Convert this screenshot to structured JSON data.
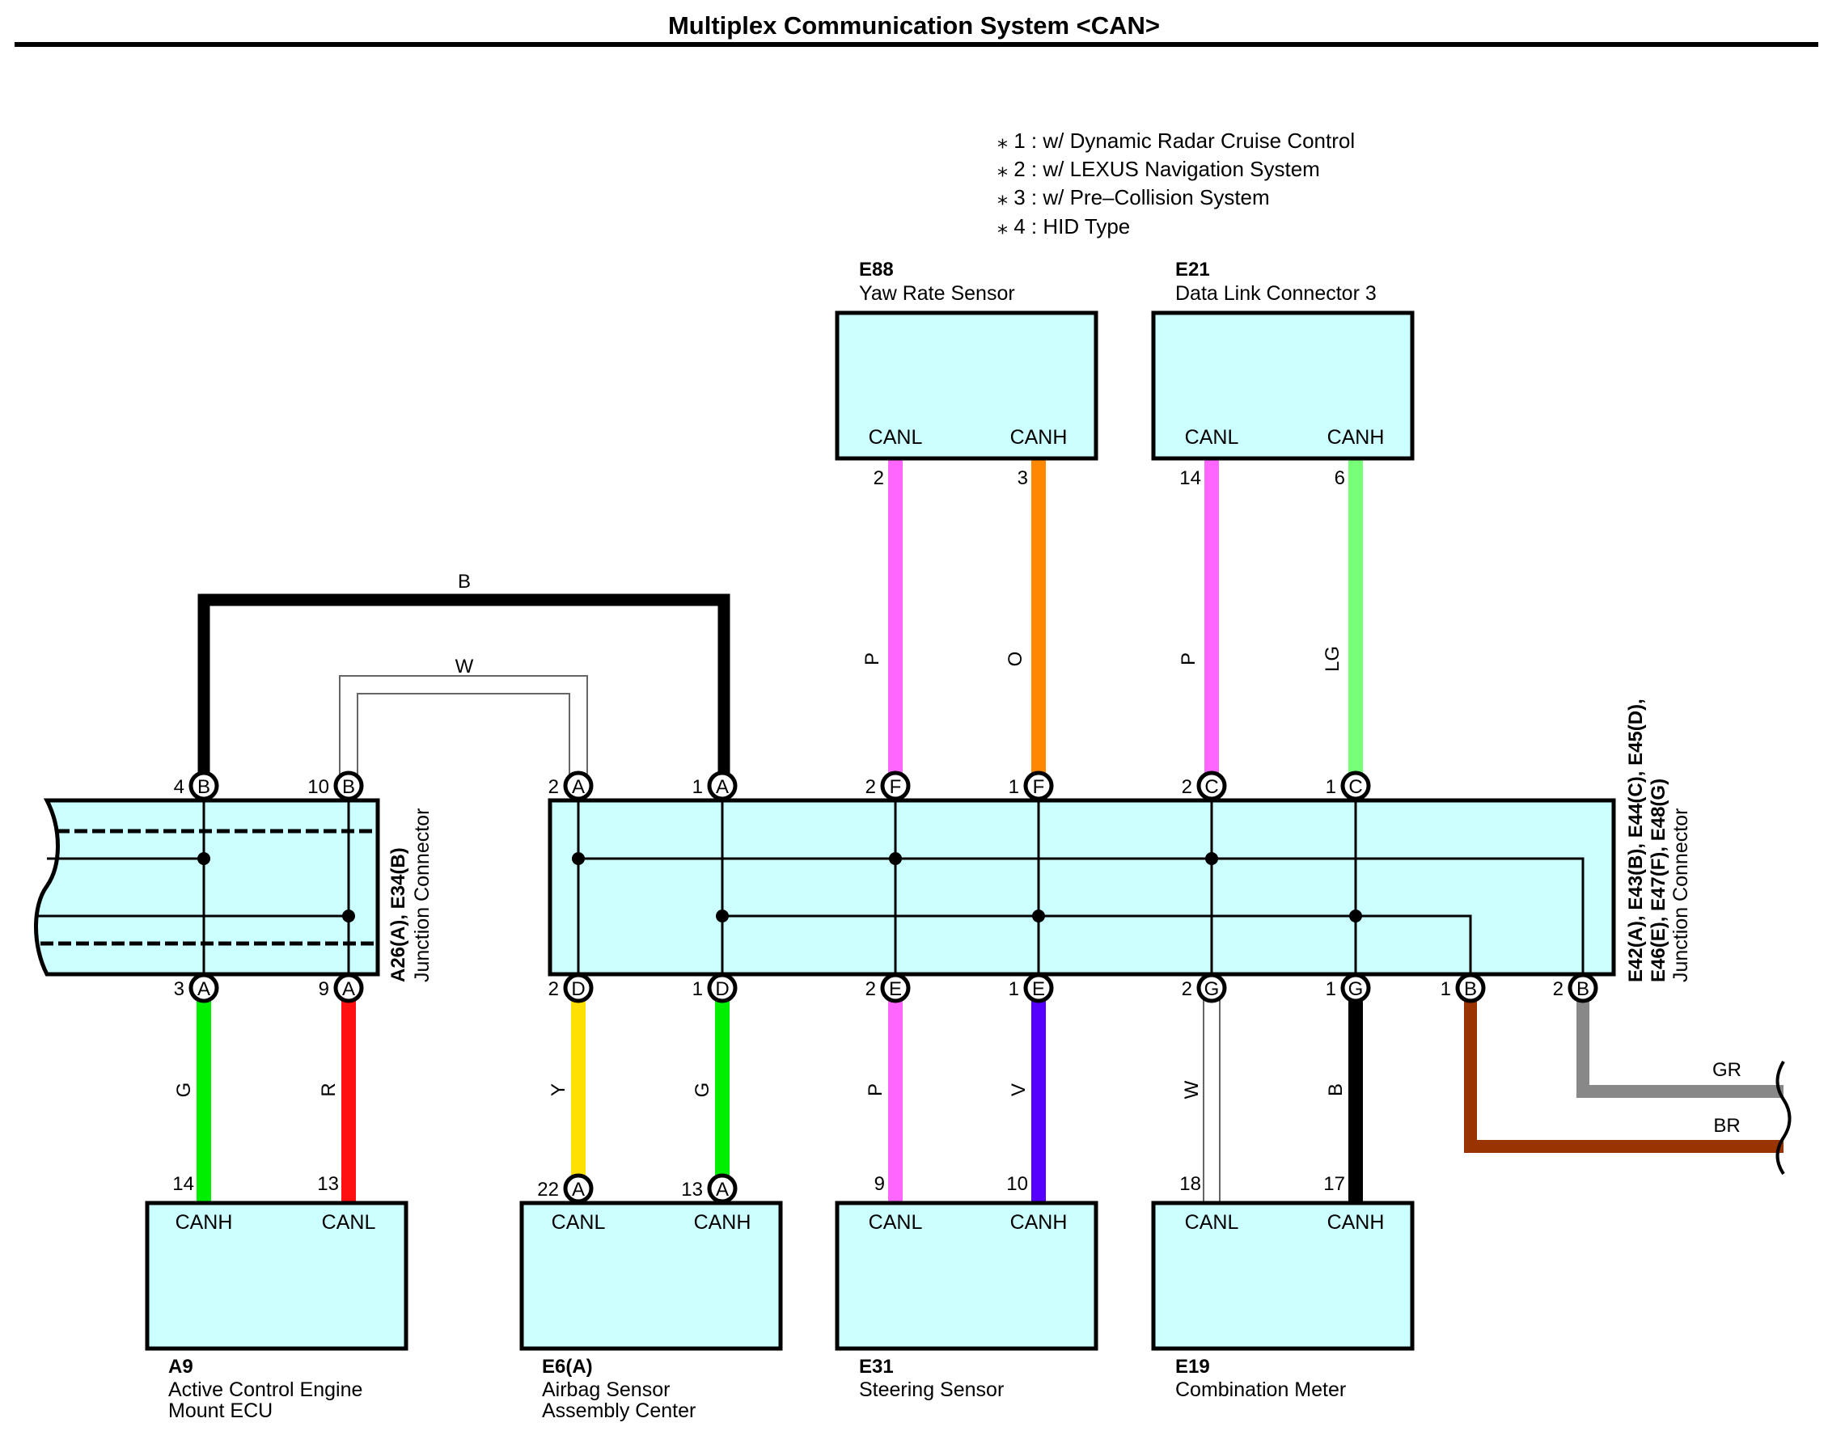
{
  "title": "Multiplex Communication System <CAN>",
  "legend": [
    "⁎ 1 : w/ Dynamic Radar Cruise Control",
    "⁎ 2 : w/ LEXUS Navigation System",
    "⁎ 3 : w/ Pre–Collision System",
    "⁎ 4 : HID Type"
  ],
  "junction_left": {
    "code": "A26(A), E34(B)",
    "name": "Junction Connector",
    "fill": "#ccffff"
  },
  "junction_right": {
    "code_line1": "E42(A), E43(B), E44(C), E45(D),",
    "code_line2": "E46(E), E47(F), E48(G)",
    "name": "Junction Connector",
    "fill": "#ccffff"
  },
  "components": [
    {
      "id": "e88",
      "code": "E88",
      "name": [
        "Yaw Rate Sensor"
      ],
      "pins": [
        {
          "label": "CANL",
          "num": "2"
        },
        {
          "label": "CANH",
          "num": "3"
        }
      ]
    },
    {
      "id": "e21",
      "code": "E21",
      "name": [
        "Data Link Connector 3"
      ],
      "pins": [
        {
          "label": "CANL",
          "num": "14"
        },
        {
          "label": "CANH",
          "num": "6"
        }
      ]
    },
    {
      "id": "a9",
      "code": "A9",
      "name": [
        "Active Control Engine",
        "Mount ECU"
      ],
      "pins": [
        {
          "label": "CANH",
          "num": "14"
        },
        {
          "label": "CANL",
          "num": "13"
        }
      ]
    },
    {
      "id": "e6",
      "code": "E6(A)",
      "name": [
        "Airbag Sensor",
        "Assembly Center"
      ],
      "pins": [
        {
          "label": "CANL",
          "num": "22",
          "letter": "A"
        },
        {
          "label": "CANH",
          "num": "13",
          "letter": "A"
        }
      ]
    },
    {
      "id": "e31",
      "code": "E31",
      "name": [
        "Steering Sensor"
      ],
      "pins": [
        {
          "label": "CANL",
          "num": "9"
        },
        {
          "label": "CANH",
          "num": "10"
        }
      ]
    },
    {
      "id": "e19",
      "code": "E19",
      "name": [
        "Combination Meter"
      ],
      "pins": [
        {
          "label": "CANL",
          "num": "18"
        },
        {
          "label": "CANH",
          "num": "17"
        }
      ]
    }
  ],
  "left_top_pins": [
    {
      "num": "4",
      "letter": "B"
    },
    {
      "num": "10",
      "letter": "B"
    }
  ],
  "left_bottom_pins": [
    {
      "num": "3",
      "letter": "A"
    },
    {
      "num": "9",
      "letter": "A"
    }
  ],
  "right_top_pins": [
    {
      "num": "2",
      "letter": "A"
    },
    {
      "num": "1",
      "letter": "A"
    },
    {
      "num": "2",
      "letter": "F"
    },
    {
      "num": "1",
      "letter": "F"
    },
    {
      "num": "2",
      "letter": "C"
    },
    {
      "num": "1",
      "letter": "C"
    }
  ],
  "right_bottom_pins": [
    {
      "num": "2",
      "letter": "D"
    },
    {
      "num": "1",
      "letter": "D"
    },
    {
      "num": "2",
      "letter": "E"
    },
    {
      "num": "1",
      "letter": "E"
    },
    {
      "num": "2",
      "letter": "G"
    },
    {
      "num": "1",
      "letter": "G"
    },
    {
      "num": "1",
      "letter": "B"
    },
    {
      "num": "2",
      "letter": "B"
    }
  ],
  "wire_colors": {
    "top_bridge": "B",
    "inner_bridge": "W",
    "e88_canl": "P",
    "e88_canh": "O",
    "e21_canl": "P",
    "e21_canh": "LG",
    "a9_canh": "G",
    "a9_canl": "R",
    "e6_canl": "Y",
    "e6_canh": "G",
    "e31_canl": "P",
    "e31_canh": "V",
    "e19_canl": "W",
    "e19_canh": "B",
    "out_gr": "GR",
    "out_br": "BR"
  },
  "colors": {
    "G": "#00ee00",
    "R": "#ff1111",
    "Y": "#ffe000",
    "P": "#ff66ff",
    "O": "#ff8800",
    "LG": "#77ff77",
    "V": "#5500ff",
    "B": "#000000",
    "W": "#ffffff",
    "GR": "#888888",
    "BR": "#993300",
    "box": "#ccffff"
  }
}
